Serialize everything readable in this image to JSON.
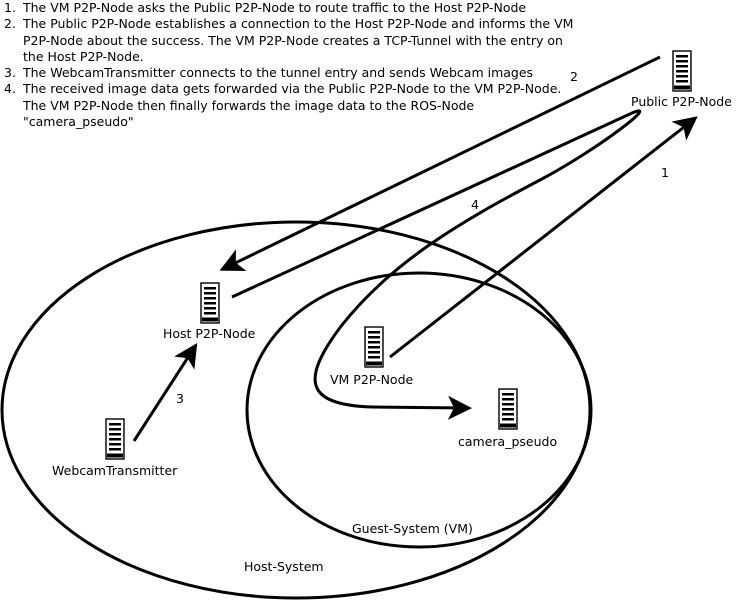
{
  "steps": [
    {
      "num": "1.",
      "text": "The VM P2P-Node asks the Public P2P-Node to route traffic to the Host P2P-Node"
    },
    {
      "num": "2.",
      "text": "The Public P2P-Node establishes a connection to the Host P2P-Node and informs the VM P2P-Node about the success. The VM P2P-Node creates a TCP-Tunnel with the entry on the Host P2P-Node."
    },
    {
      "num": "3.",
      "text": "The WebcamTransmitter connects to the tunnel entry and sends Webcam images"
    },
    {
      "num": "4.",
      "text": "The received image data gets forwarded via the Public P2P-Node to the VM P2P-Node. The VM P2P-Node then finally forwards the image data to the ROS-Node \"camera_pseudo\""
    }
  ],
  "nodes": {
    "public": "Public P2P-Node",
    "host": "Host P2P-Node",
    "vm": "VM P2P-Node",
    "webcam": "WebcamTransmitter",
    "camera": "camera_pseudo"
  },
  "regions": {
    "host_system": "Host-System",
    "guest_system": "Guest-System (VM)"
  },
  "edge_labels": {
    "e1": "1",
    "e2": "2",
    "e3": "3",
    "e4": "4"
  },
  "icons": {
    "node": "server-icon",
    "arrow": "arrow-head"
  }
}
